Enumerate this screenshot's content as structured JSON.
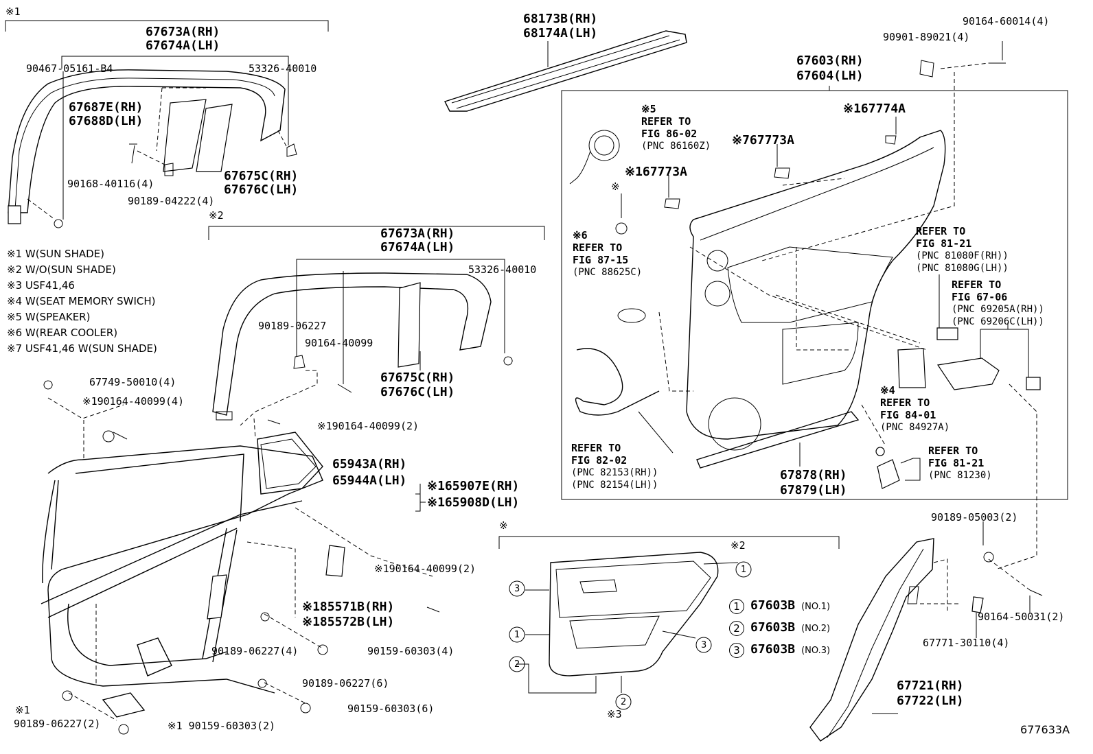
{
  "figure_code": "677633A",
  "notes": [
    "※1 W(SUN SHADE)",
    "※2 W/O(SUN SHADE)",
    "※3 USF41,46",
    "※4 W(SEAT MEMORY SWICH)",
    "※5 W(SPEAKER)",
    "※6 W(REAR COOLER)",
    "※7 USF41,46 W(SUN SHADE)"
  ],
  "labels": {
    "g1_mark": "※1",
    "g1_molding_rh": "67673A(RH)",
    "g1_molding_lh": "67674A(LH)",
    "g1_clip_a": "90467-05161-B4",
    "g1_clip_b": "53326-40010",
    "g1_pillar_rh": "67687E(RH)",
    "g1_pillar_lh": "67688D(LH)",
    "g1_garnish_rh": "67675C(RH)",
    "g1_garnish_lh": "67676C(LH)",
    "g1_screw_a": "90168-40116(4)",
    "g1_clip_c": "90189-04222(4)",
    "g2_mark": "※2",
    "g2_molding_rh": "67673A(RH)",
    "g2_molding_lh": "67674A(LH)",
    "g2_clip_b": "53326-40010",
    "g2_clip_a": "90189-06227",
    "g2_screw": "90164-40099",
    "g2_garnish_rh": "67675C(RH)",
    "g2_garnish_lh": "67676C(LH)",
    "w_clip": "67749-50010(4)",
    "w_screw1": "※190164-40099(4)",
    "w_screw2": "※190164-40099(2)",
    "w_glass_rh": "65943A(RH)",
    "w_glass_lh": "65944A(LH)",
    "w_shade_rh": "※165907E(RH)",
    "w_shade_lh": "※165908D(LH)",
    "w_screw3": "※190164-40099(2)",
    "w_bracket_rh": "※185571B(RH)",
    "w_bracket_lh": "※185572B(LH)",
    "w_clip2": "90189-06227(4)",
    "w_bolt1": "90159-60303(4)",
    "w_clip3": "90189-06227(6)",
    "w_bolt2": "90159-60303(6)",
    "w_mark1": "※1",
    "w_clip4": "90189-06227(2)",
    "w_bolt3": "※1 90159-60303(2)",
    "top_strip_rh": "68173B(RH)",
    "top_strip_lh": "68174A(LH)",
    "tr_nut": "90901-89021(4)",
    "tr_screw": "90164-60014(4)",
    "panel_rh": "67603(RH)",
    "panel_lh": "67604(LH)",
    "clip_1": "※167774A",
    "clip_2": "※767773A",
    "clip_3": "※167773A",
    "mark_x": "※",
    "ref5_mark": "※5",
    "ref5_a": "REFER TO",
    "ref5_b": "FIG 86-02",
    "ref5_c": "(PNC 86160Z)",
    "ref6_mark": "※6",
    "ref6_a": "REFER TO",
    "ref6_b": "FIG 87-15",
    "ref6_c": "(PNC 88625C)",
    "ref82_a": "REFER TO",
    "ref82_b": "FIG 82-02",
    "ref82_c": "(PNC 82153(RH))",
    "ref82_d": "(PNC 82154(LH))",
    "ref81a_a": "REFER TO",
    "ref81a_b": "FIG 81-21",
    "ref81a_c": "(PNC 81080F(RH))",
    "ref81a_d": "(PNC 81080G(LH))",
    "ref67_a": "REFER TO",
    "ref67_b": "FIG 67-06",
    "ref67_c": "(PNC 69205A(RH))",
    "ref67_d": "(PNC 69206C(LH))",
    "ref84_mark": "※4",
    "ref84_a": "REFER TO",
    "ref84_b": "FIG 84-01",
    "ref84_c": "(PNC 84927A)",
    "ref81b_a": "REFER TO",
    "ref81b_b": "FIG 81-21",
    "ref81b_c": "(PNC 81230)",
    "weather_rh": "67878(RH)",
    "weather_lh": "67879(LH)",
    "br_clip": "90189-05003(2)",
    "br_screw": "90164-50031(2)",
    "br_clip2": "67771-30110(4)",
    "br_trim_rh": "67721(RH)",
    "br_trim_lh": "67722(LH)",
    "inset_mark": "※",
    "inset_mark2": "※2",
    "inset_mark3": "※3",
    "inset_c1": "1",
    "inset_c2": "2",
    "inset_c3": "3",
    "legend_1_num": "1",
    "legend_1_part": "67603B",
    "legend_1_no": "(NO.1)",
    "legend_2_num": "2",
    "legend_2_part": "67603B",
    "legend_2_no": "(NO.2)",
    "legend_3_num": "3",
    "legend_3_part": "67603B",
    "legend_3_no": "(NO.3)"
  }
}
